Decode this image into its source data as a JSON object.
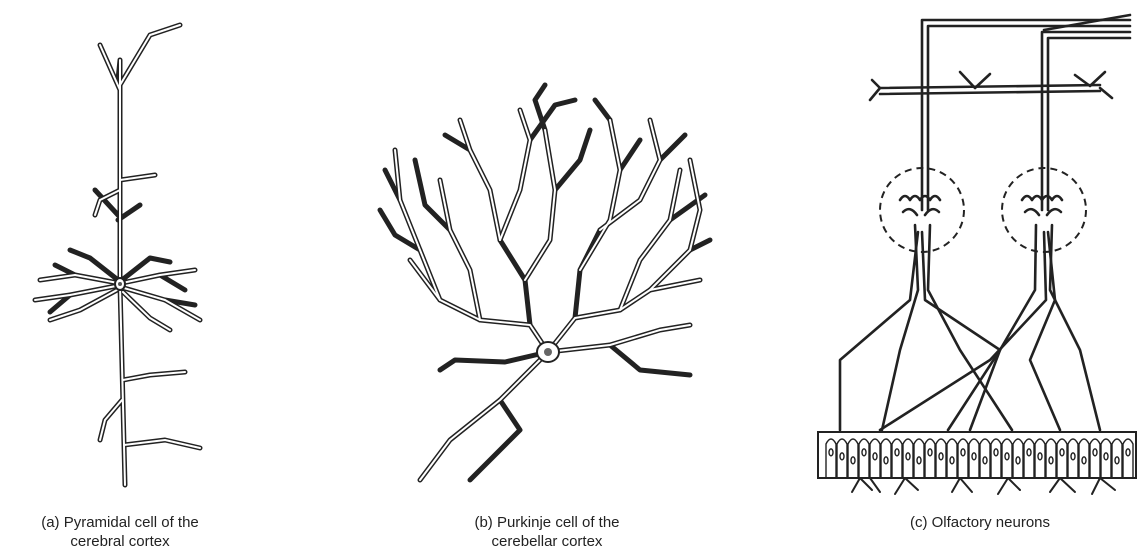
{
  "panels": [
    {
      "id": "a",
      "caption_line1": "(a) Pyramidal cell of the",
      "caption_line2": "cerebral cortex"
    },
    {
      "id": "b",
      "caption_line1": "(b) Purkinje cell of the",
      "caption_line2": "cerebellar cortex"
    },
    {
      "id": "c",
      "caption_line1": "(c) Olfactory neurons",
      "caption_line2": ""
    }
  ]
}
